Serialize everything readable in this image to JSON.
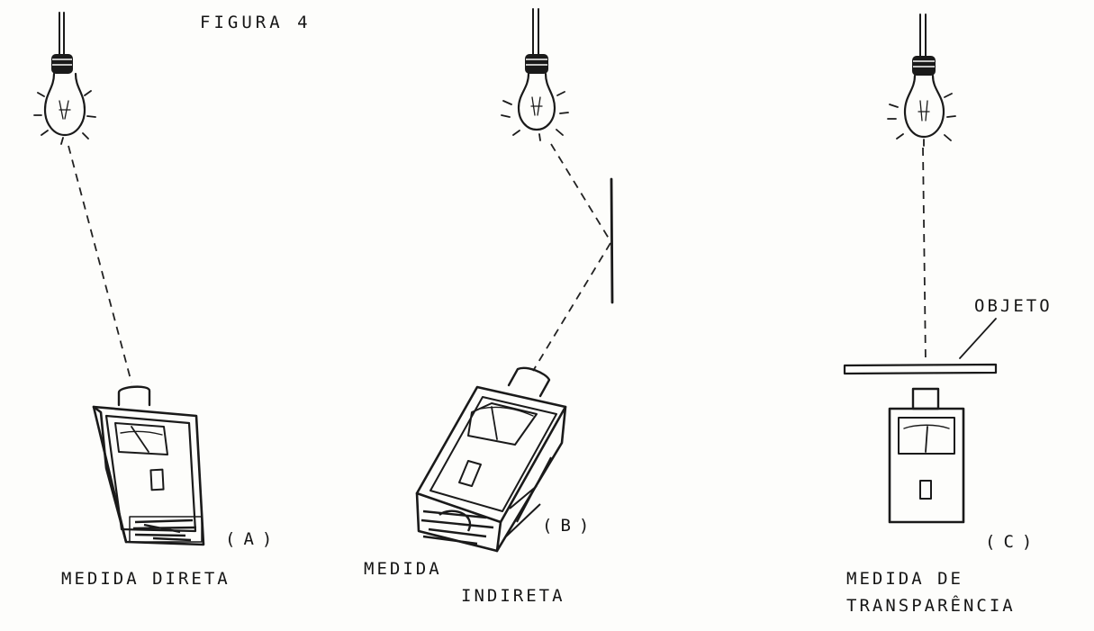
{
  "figure": {
    "title": "FIGURA 4",
    "panels": [
      {
        "id": "a",
        "tag": "(A)",
        "caption": [
          "MEDIDA DIRETA"
        ]
      },
      {
        "id": "b",
        "tag": "(B)",
        "caption": [
          "MEDIDA",
          "INDIRETA"
        ]
      },
      {
        "id": "c",
        "tag": "(C)",
        "caption": [
          "MEDIDA DE",
          "TRANSPARÊNCIA"
        ],
        "object_label": "OBJETO"
      }
    ]
  },
  "colors": {
    "ink": "#1a1a1a",
    "paper": "#fdfdfb"
  }
}
